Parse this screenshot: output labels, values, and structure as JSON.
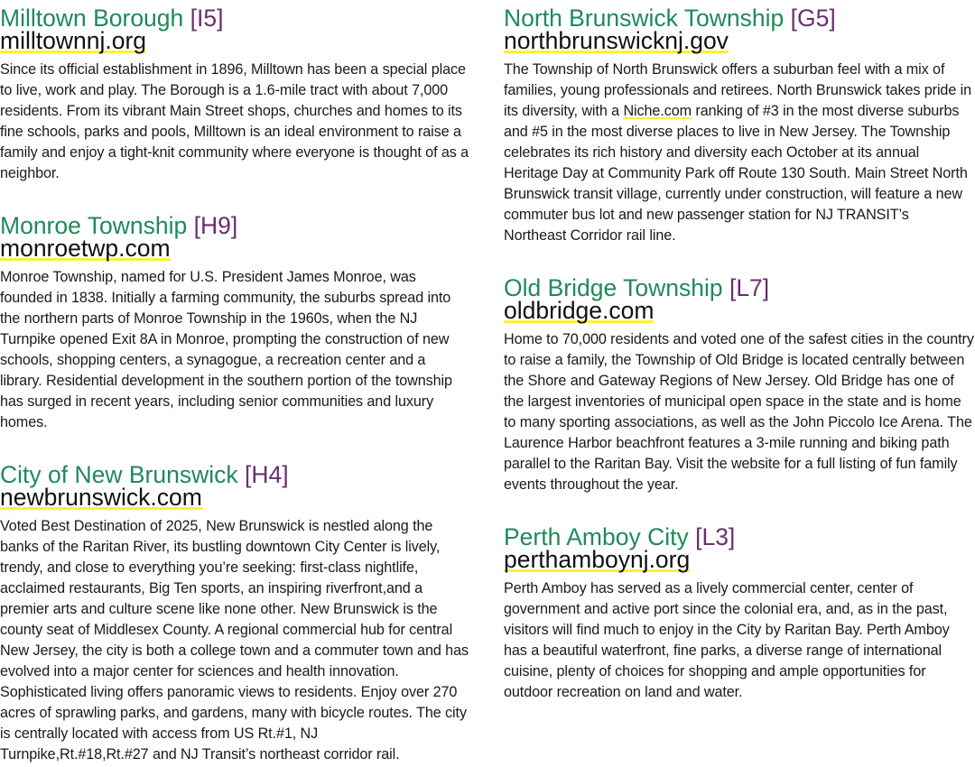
{
  "left": [
    {
      "name": "Milltown Borough",
      "grid": "[I5]",
      "url": "milltownnj.org",
      "description": "Since its official establishment in 1896, Milltown has been a special place to live, work and play. The Borough is a 1.6-mile tract with about 7,000 residents. From its vibrant Main Street shops, churches and homes to its fine schools, parks and pools, Milltown is an ideal environment to raise a family and enjoy a tight-knit community where everyone is thought of as a neighbor."
    },
    {
      "name": "Monroe Township",
      "grid": "[H9]",
      "url": "monroetwp.com",
      "description": "Monroe Township, named for U.S. President James Monroe, was founded in 1838. Initially a farming community, the suburbs spread into the northern parts of Monroe Township in the 1960s, when the NJ Turnpike opened Exit 8A in Monroe, prompting the construction of new schools, shopping centers, a synagogue, a recreation center and a library. Residential development in the southern portion of the township has surged in recent years, including senior communities and luxury homes."
    },
    {
      "name": "City of New Brunswick",
      "grid": "[H4]",
      "url": "newbrunswick.com",
      "description": "Voted Best Destination of 2025, New Brunswick is nestled along the banks of the Raritan River, its bustling downtown City Center is lively, trendy, and close to everything you’re seeking: first-class nightlife, acclaimed restaurants, Big Ten sports, an inspiring riverfront,and a premier arts and culture scene like none other. New Brunswick is the county seat of Middlesex County. A regional commercial hub for central New Jersey, the city is both a college town and a commuter town and has evolved into a major center for sciences and health innovation. Sophisticated living offers panoramic views to residents. Enjoy over 270 acres of sprawling parks, and gardens, many with bicycle routes. The city is centrally located with access from US Rt.#1, NJ Turnpike,Rt.#18,Rt.#27 and NJ Transit’s northeast corridor rail."
    }
  ],
  "right": [
    {
      "name": "North Brunswick Township",
      "grid": "[G5]",
      "url": "northbrunswicknj.gov",
      "description_before": "The Township of North Brunswick offers a suburban feel with a mix of families, young professionals and retirees. North Brunswick takes pride in its diversity, with a ",
      "description_link": "Niche.com",
      "description_after": " ranking of #3 in the most diverse suburbs and #5 in the most diverse places to live in New Jersey. The Township celebrates its rich history and diversity each October at its annual Heritage Day at Community Park off Route 130 South. Main Street North Brunswick transit village, currently under construction, will feature a new commuter bus lot and new passenger station for NJ TRANSIT’s Northeast Corridor rail line."
    },
    {
      "name": "Old Bridge Township",
      "grid": "[L7]",
      "url": "oldbridge.com",
      "description": "Home to 70,000 residents and voted one of the safest cities in the country to raise a family, the Township of Old Bridge is located centrally between the Shore and Gateway Regions of New Jersey. Old Bridge has one of the largest inventories of municipal open space in the state and is home to many sporting associations, as well as the John Piccolo Ice Arena. The Laurence Harbor beachfront features a 3-mile running and biking path parallel to the Raritan Bay. Visit the website for a full listing of fun family events throughout the year."
    },
    {
      "name": "Perth Amboy City",
      "grid": "[L3]",
      "url": "perthamboynj.org",
      "description": "Perth Amboy has served as a lively commercial center, center of government and active port since the colonial era, and, as in the past, visitors will find much to enjoy in the City by Raritan Bay. Perth Amboy has a beautiful waterfront, fine parks, a diverse range of international cuisine, plenty of choices for shopping and ample opportunities for outdoor recreation on land and water."
    }
  ],
  "colors": {
    "name": "#1e8a5a",
    "grid": "#6b2e6e",
    "highlight": "#ffef3a"
  }
}
